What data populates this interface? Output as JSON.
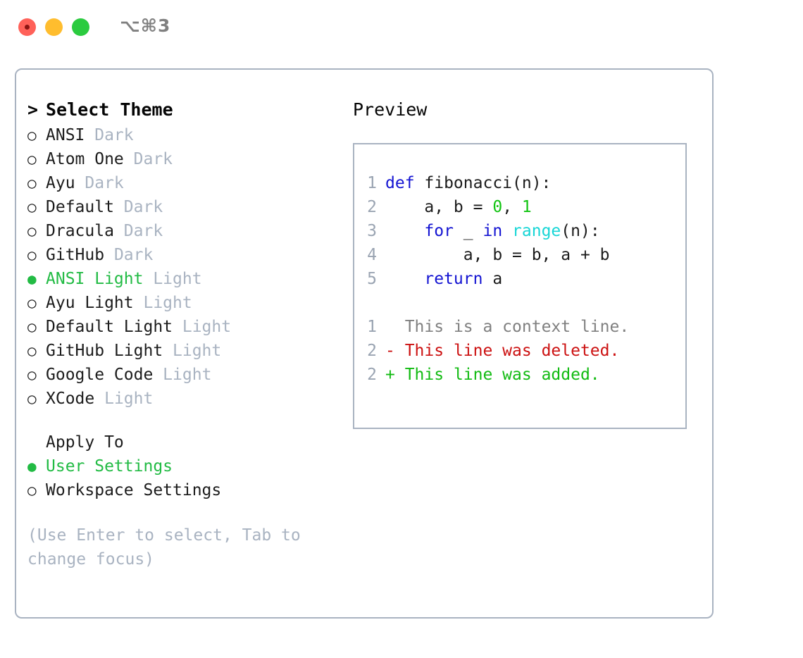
{
  "window": {
    "shortcut": "⌥⌘3",
    "traffic_lights": [
      {
        "name": "close",
        "color": "#ff6159"
      },
      {
        "name": "minimize",
        "color": "#ffbd2e"
      },
      {
        "name": "maximize",
        "color": "#2bcb3f"
      }
    ]
  },
  "colors": {
    "frame_border": "#a9b3c1",
    "selected_green": "#22bb44",
    "muted": "#a9b3c1",
    "keyword_blue": "#1414d2",
    "builtin_cyan": "#18d6d6",
    "number_green": "#12c412",
    "diff_added": "#12bb12",
    "diff_deleted": "#cc1111",
    "gutter": "#9aa4b2"
  },
  "theme_picker": {
    "prompt": "> ",
    "header": "Select Theme",
    "selected_marker": "●",
    "unselected_marker": "○",
    "items": [
      {
        "name": "ANSI",
        "kind": "Dark",
        "selected": false
      },
      {
        "name": "Atom One",
        "kind": "Dark",
        "selected": false
      },
      {
        "name": "Ayu",
        "kind": "Dark",
        "selected": false
      },
      {
        "name": "Default",
        "kind": "Dark",
        "selected": false
      },
      {
        "name": "Dracula",
        "kind": "Dark",
        "selected": false
      },
      {
        "name": "GitHub",
        "kind": "Dark",
        "selected": false
      },
      {
        "name": "ANSI Light",
        "kind": "Light",
        "selected": true
      },
      {
        "name": "Ayu Light",
        "kind": "Light",
        "selected": false
      },
      {
        "name": "Default Light",
        "kind": "Light",
        "selected": false
      },
      {
        "name": "GitHub Light",
        "kind": "Light",
        "selected": false
      },
      {
        "name": "Google Code",
        "kind": "Light",
        "selected": false
      },
      {
        "name": "XCode",
        "kind": "Light",
        "selected": false
      }
    ]
  },
  "apply_to": {
    "header": "Apply To",
    "items": [
      {
        "label": "User Settings",
        "selected": true
      },
      {
        "label": "Workspace Settings",
        "selected": false
      }
    ]
  },
  "hint": "(Use Enter to select, Tab to change focus)",
  "preview": {
    "title": "Preview",
    "code_lines": [
      {
        "num": "1",
        "tokens": [
          {
            "t": "def ",
            "c": "tok-kw"
          },
          {
            "t": "fibonacci(n):",
            "c": "tok-plain"
          }
        ]
      },
      {
        "num": "2",
        "tokens": [
          {
            "t": "    a, b = ",
            "c": "tok-plain"
          },
          {
            "t": "0",
            "c": "tok-num"
          },
          {
            "t": ", ",
            "c": "tok-plain"
          },
          {
            "t": "1",
            "c": "tok-num"
          }
        ]
      },
      {
        "num": "3",
        "tokens": [
          {
            "t": "    ",
            "c": "tok-plain"
          },
          {
            "t": "for",
            "c": "tok-kw"
          },
          {
            "t": " _ ",
            "c": "tok-plain"
          },
          {
            "t": "in",
            "c": "tok-kw"
          },
          {
            "t": " ",
            "c": "tok-plain"
          },
          {
            "t": "range",
            "c": "tok-fn"
          },
          {
            "t": "(n):",
            "c": "tok-plain"
          }
        ]
      },
      {
        "num": "4",
        "tokens": [
          {
            "t": "        a, b = b, a + b",
            "c": "tok-plain"
          }
        ]
      },
      {
        "num": "5",
        "tokens": [
          {
            "t": "    ",
            "c": "tok-plain"
          },
          {
            "t": "return",
            "c": "tok-kw"
          },
          {
            "t": " a",
            "c": "tok-plain"
          }
        ]
      }
    ],
    "diff_lines": [
      {
        "num": "1",
        "marker": "  ",
        "text": "This is a context line.",
        "cls": "diff-ctx"
      },
      {
        "num": "2",
        "marker": "- ",
        "text": "This line was deleted.",
        "cls": "diff-del"
      },
      {
        "num": "2",
        "marker": "+ ",
        "text": "This line was added.",
        "cls": "diff-add"
      }
    ]
  }
}
